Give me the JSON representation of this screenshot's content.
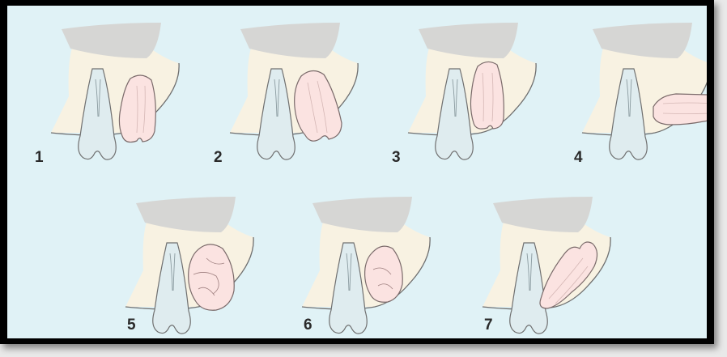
{
  "colors": {
    "background": "#e0f2f6",
    "frame": "#000000",
    "gum": "#f8f2e2",
    "maxilla": "#d6d6d4",
    "second_molar": "#dfecef",
    "third_molar": "#fbe3e1",
    "outline": "#707070"
  },
  "panels": [
    {
      "label": "1"
    },
    {
      "label": "2"
    },
    {
      "label": "3"
    },
    {
      "label": "4"
    },
    {
      "label": "5"
    },
    {
      "label": "6"
    },
    {
      "label": "7"
    }
  ]
}
